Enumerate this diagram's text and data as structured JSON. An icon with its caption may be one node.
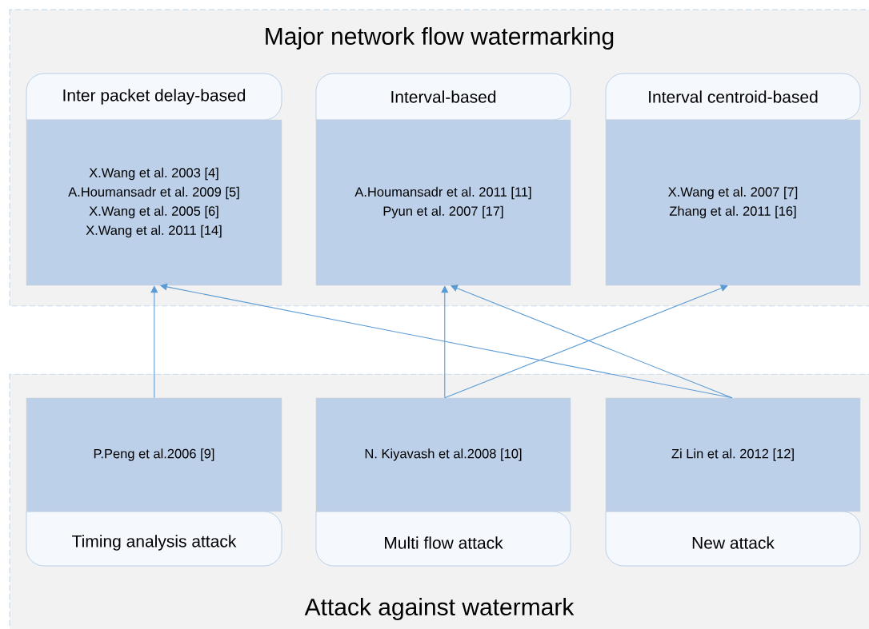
{
  "diagram": {
    "nodes": [
      {
        "text": [
          "Major network flow watermarking"
        ]
      },
      {
        "text": [
          "Inter packet delay-based",
          "X.Wang et al. 2003 [4]",
          "A.Houmansadr et al. 2009 [5]",
          "X.Wang et al. 2005 [6]",
          "X.Wang et al. 2011 [14]"
        ],
        "in": 0
      },
      {
        "text": [
          "Interval-based",
          "A.Houmansadr et al. 2011 [11]",
          "Pyun et al. 2007 [17]"
        ],
        "in": 0
      },
      {
        "text": [
          "Interval centroid-based",
          "X.Wang et al. 2007 [7]",
          "Zhang et al. 2011 [16]"
        ],
        "in": 0
      },
      {
        "text": [
          "Attack against watermark"
        ]
      },
      {
        "text": [
          "P.Peng et al.2006 [9]",
          "Timing analysis attack"
        ],
        "in": 4
      },
      {
        "text": [
          "N. Kiyavash et al.2008 [10]",
          "Multi flow attack"
        ],
        "in": 4
      },
      {
        "text": [
          "Zi Lin et al. 2012 [12]",
          "New attack"
        ],
        "in": 4
      }
    ],
    "edges": [
      {
        "from": 5,
        "to": 1,
        "arrow": "to"
      },
      {
        "from": 6,
        "to": 2,
        "arrow": "to"
      },
      {
        "from": 6,
        "to": 3,
        "arrow": "to"
      },
      {
        "from": 7,
        "to": 2,
        "arrow": "to"
      },
      {
        "from": 7,
        "to": 1,
        "arrow": "to"
      }
    ]
  }
}
